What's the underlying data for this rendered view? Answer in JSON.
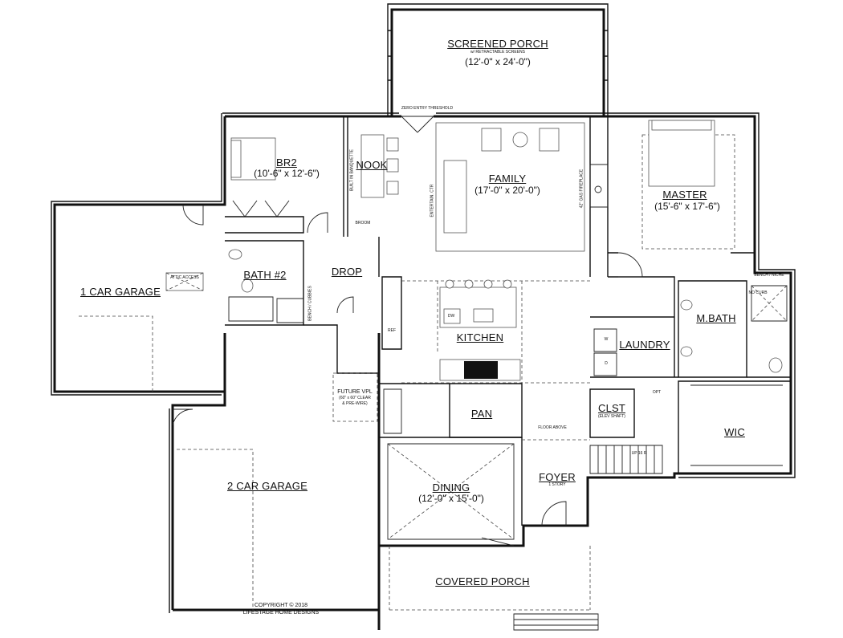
{
  "rooms": {
    "screened_porch": {
      "name": "SCREENED PORCH",
      "note": "w/ RETRACTABLE SCREENS",
      "dims": "(12'-0\" x 24'-0\")"
    },
    "br2": {
      "name": "BR2",
      "dims": "(10'-6\" x 12'-6\")"
    },
    "nook": {
      "name": "NOOK"
    },
    "family": {
      "name": "FAMILY",
      "dims": "(17'-0\" x 20'-0\")"
    },
    "master": {
      "name": "MASTER",
      "dims": "(15'-6\" x 17'-6\")"
    },
    "garage1": {
      "name": "1 CAR GARAGE"
    },
    "bath2": {
      "name": "BATH #2"
    },
    "drop": {
      "name": "DROP"
    },
    "kitchen": {
      "name": "KITCHEN"
    },
    "laundry": {
      "name": "LAUNDRY"
    },
    "mbath": {
      "name": "M.BATH"
    },
    "pan": {
      "name": "PAN"
    },
    "clst": {
      "name": "CLST",
      "note": "(ELEV SHAFT)"
    },
    "wic": {
      "name": "WIC"
    },
    "garage2": {
      "name": "2 CAR GARAGE"
    },
    "dining": {
      "name": "DINING",
      "dims": "(12'-0\" x 15'-0\")"
    },
    "foyer": {
      "name": "FOYER",
      "note": "1 STORY"
    },
    "covered_porch": {
      "name": "COVERED PORCH"
    }
  },
  "notes": {
    "zero_entry": "ZERO ENTRY THRESHOLD",
    "built_in_banquette": "BUILT IN BANQUETTE",
    "gas_fireplace": "42\" GAS FIREPLACE",
    "broom": "BROOM",
    "attic_access": "ATTIC ACCESS",
    "bench_cubbies": "BENCH / CUBBIES",
    "ref": "REF",
    "dw": "DW",
    "future_vpl": "FUTURE VPL",
    "future_vpl_2": "(60\" x 60\" CLEAR",
    "future_vpl_3": "& PRE-WIRE)",
    "floor_above": "FLOOR ABOVE",
    "up": "UP 16 R",
    "bench_niche": "BENCH / NICHE",
    "no_curb": "NO CURB",
    "w": "W",
    "d": "D",
    "opt": "OPT",
    "tv": "ENTERTAIN. CTR",
    "copyright": "COPYRIGHT © 2018",
    "designer": "LIFESTAGE HOME DESIGNS"
  }
}
